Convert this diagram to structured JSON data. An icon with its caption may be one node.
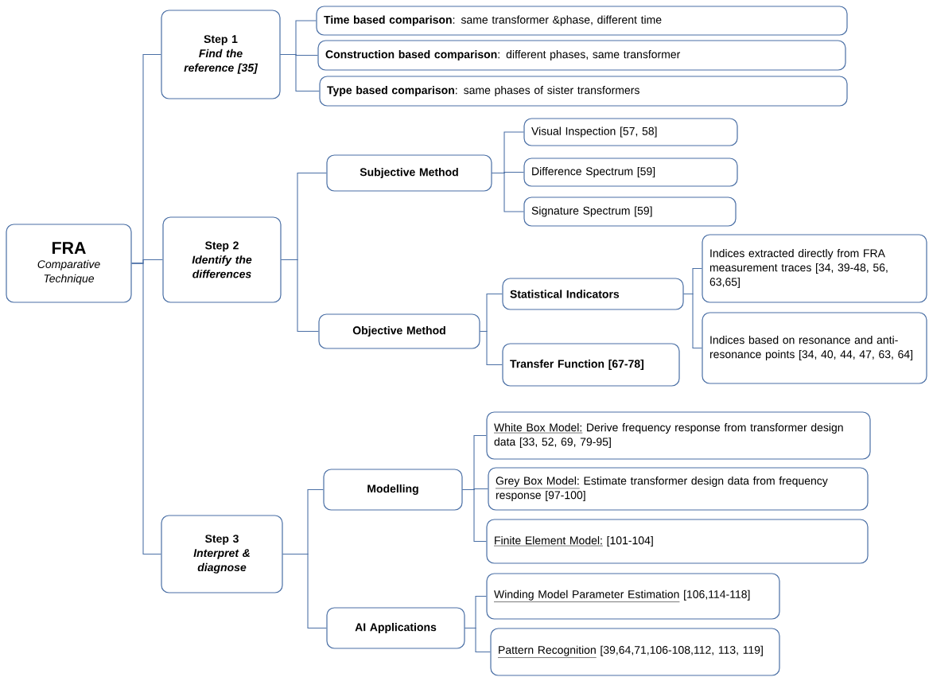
{
  "diagram": {
    "nodes": [
      {
        "text": [
          "FRA",
          "Comparative Technique"
        ]
      },
      {
        "text": [
          "Step 1",
          "Find the reference [35]"
        ]
      },
      {
        "text": [
          "**Time based comparison**:  same transformer &phase, different time"
        ]
      },
      {
        "text": [
          "**Construction based comparison**:  different phases, same transformer"
        ]
      },
      {
        "text": [
          "**Type based comparison**:  same phases of sister transformers"
        ]
      },
      {
        "text": [
          "Step 2",
          "Identify the differences"
        ]
      },
      {
        "text": [
          "Subjective Method"
        ]
      },
      {
        "text": [
          "Visual Inspection [57, 58]"
        ]
      },
      {
        "text": [
          "Difference Spectrum  [59]"
        ]
      },
      {
        "text": [
          "Signature Spectrum  [59]"
        ]
      },
      {
        "text": [
          "Objective Method"
        ]
      },
      {
        "text": [
          "Statistical Indicators"
        ]
      },
      {
        "text": [
          "Transfer Function [67-78]"
        ]
      },
      {
        "text": [
          "Indices extracted directly from FRA measurement traces [34, 39-48, 56, 63,65]"
        ]
      },
      {
        "text": [
          "Indices based on resonance and anti-resonance points [34, 40, 44, 47, 63, 64]"
        ]
      },
      {
        "text": [
          "Step 3",
          "Interpret & diagnose"
        ]
      },
      {
        "text": [
          "Modelling"
        ]
      },
      {
        "text": [
          "White Box Model:",
          "Derive frequency response from transformer design data [33, 52, 69, 79-95]"
        ]
      },
      {
        "text": [
          "Grey Box Model:",
          "Estimate transformer design data from frequency response [97-100]"
        ]
      },
      {
        "text": [
          "Finite Element Model:",
          "[101-104]"
        ]
      },
      {
        "text": [
          "AI Applications"
        ]
      },
      {
        "text": [
          "Winding Model Parameter Estimation",
          "[106,114-118]"
        ]
      },
      {
        "text": [
          "Pattern Recognition",
          "[39,64,71,106-108,112, 113, 119]"
        ]
      }
    ],
    "edges": [
      {
        "from": 0,
        "to": 1,
        "arrow": "none"
      },
      {
        "from": 0,
        "to": 5,
        "arrow": "none"
      },
      {
        "from": 0,
        "to": 15,
        "arrow": "none"
      },
      {
        "from": 1,
        "to": 2,
        "arrow": "none"
      },
      {
        "from": 1,
        "to": 3,
        "arrow": "none"
      },
      {
        "from": 1,
        "to": 4,
        "arrow": "none"
      },
      {
        "from": 5,
        "to": 6,
        "arrow": "none"
      },
      {
        "from": 5,
        "to": 10,
        "arrow": "none"
      },
      {
        "from": 6,
        "to": 7,
        "arrow": "none"
      },
      {
        "from": 6,
        "to": 8,
        "arrow": "none"
      },
      {
        "from": 6,
        "to": 9,
        "arrow": "none"
      },
      {
        "from": 10,
        "to": 11,
        "arrow": "none"
      },
      {
        "from": 10,
        "to": 12,
        "arrow": "none"
      },
      {
        "from": 11,
        "to": 13,
        "arrow": "none"
      },
      {
        "from": 11,
        "to": 14,
        "arrow": "none"
      },
      {
        "from": 15,
        "to": 16,
        "arrow": "none"
      },
      {
        "from": 15,
        "to": 20,
        "arrow": "none"
      },
      {
        "from": 16,
        "to": 17,
        "arrow": "none"
      },
      {
        "from": 16,
        "to": 18,
        "arrow": "none"
      },
      {
        "from": 16,
        "to": 19,
        "arrow": "none"
      },
      {
        "from": 20,
        "to": 21,
        "arrow": "none"
      },
      {
        "from": 20,
        "to": 22,
        "arrow": "none"
      }
    ]
  }
}
